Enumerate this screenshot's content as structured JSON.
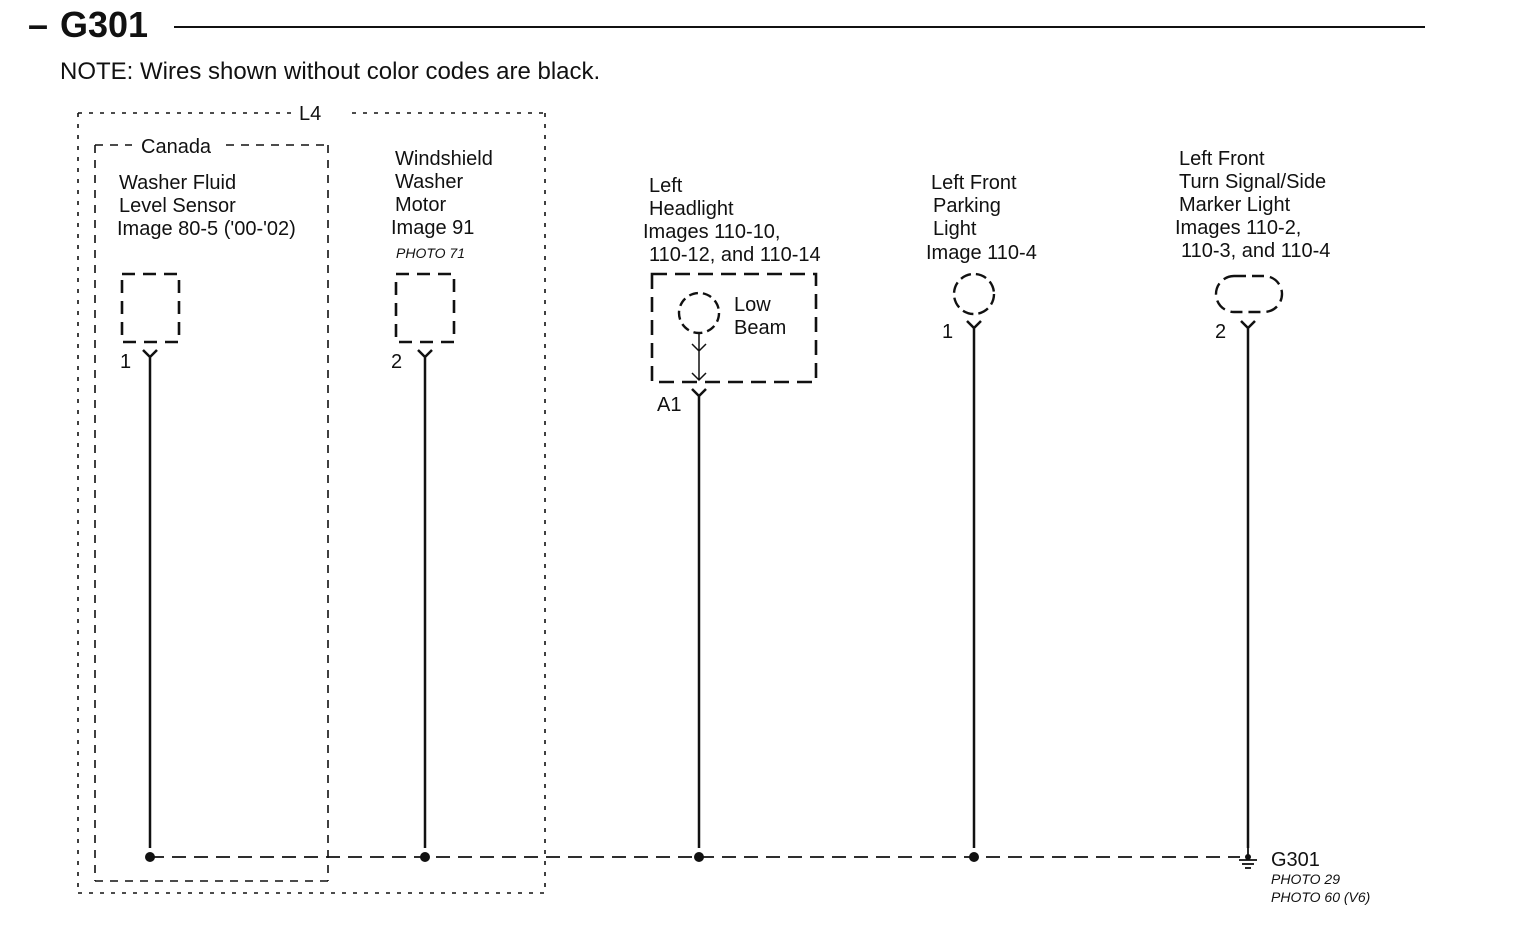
{
  "header": {
    "dash": "–",
    "title": "G301",
    "note": "NOTE: Wires shown without color codes are black."
  },
  "boxes": {
    "l4": "L4",
    "canada": "Canada"
  },
  "components": [
    {
      "id": "washer-fluid-level-sensor",
      "lines": [
        "Washer Fluid",
        "Level Sensor",
        "Image 80-5 ('00-'02)"
      ],
      "photo": "",
      "pin": "1"
    },
    {
      "id": "windshield-washer-motor",
      "lines": [
        "Windshield",
        "Washer",
        "Motor",
        "Image 91"
      ],
      "photo": "PHOTO 71",
      "pin": "2"
    },
    {
      "id": "left-headlight",
      "lines": [
        "Left",
        "Headlight",
        "Images 110-10,",
        "110-12, and 110-14"
      ],
      "photo": "",
      "pin": "A1",
      "inner_lines": [
        "Low",
        "Beam"
      ]
    },
    {
      "id": "left-front-parking-light",
      "lines": [
        "Left Front",
        "Parking",
        "Light",
        "Image 110-4"
      ],
      "photo": "",
      "pin": "1"
    },
    {
      "id": "left-front-turn-signal-side-marker-light",
      "lines": [
        "Left Front",
        "Turn Signal/Side",
        "Marker Light",
        "Images 110-2,",
        "110-3, and 110-4"
      ],
      "photo": "",
      "pin": "2"
    }
  ],
  "ground": {
    "label": "G301",
    "photos": [
      "PHOTO 29",
      "PHOTO 60 (V6)"
    ]
  },
  "colors": {
    "ink": "#111111",
    "background": "#ffffff"
  }
}
